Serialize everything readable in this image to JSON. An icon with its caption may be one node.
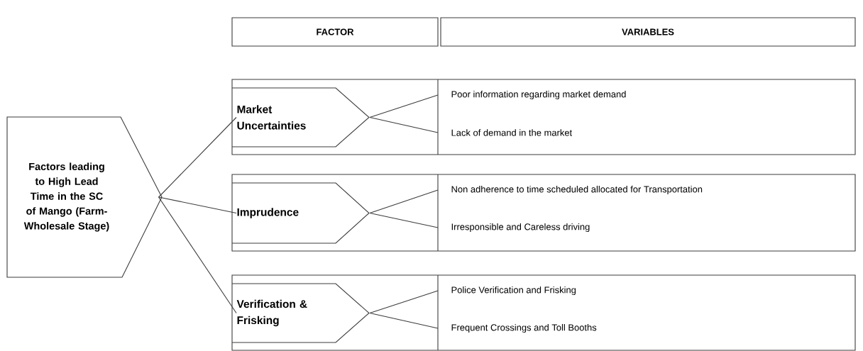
{
  "diagram": {
    "nodes": [
      {
        "text": [
          "FACTOR"
        ]
      },
      {
        "text": [
          "VARIABLES"
        ]
      },
      {
        "text": [
          "Factors leading to High Lead Time in the SC of Mango (Farm-Wholesale Stage)"
        ]
      },
      {
        "text": [],
        "shape": "box"
      },
      {
        "text": [
          "Market Uncertainties"
        ],
        "in": 3
      },
      {
        "text": [
          "Poor information regarding market demand"
        ],
        "in": 3
      },
      {
        "text": [
          "Lack of demand in the market"
        ],
        "in": 3
      },
      {
        "text": [],
        "shape": "box"
      },
      {
        "text": [
          "Imprudence"
        ],
        "in": 7
      },
      {
        "text": [
          "Non adherence to time scheduled allocated for Transportation"
        ],
        "in": 7
      },
      {
        "text": [
          "Irresponsible and Careless driving"
        ],
        "in": 7
      },
      {
        "text": [],
        "shape": "box"
      },
      {
        "text": [
          "Verification & Frisking"
        ],
        "in": 11
      },
      {
        "text": [
          "Police Verification and Frisking"
        ],
        "in": 11
      },
      {
        "text": [
          "Frequent Crossings and Toll Booths"
        ],
        "in": 11
      }
    ],
    "edges": [
      {
        "from": 2,
        "to": 4,
        "arrow": "none"
      },
      {
        "from": 2,
        "to": 8,
        "arrow": "none"
      },
      {
        "from": 2,
        "to": 12,
        "arrow": "none"
      },
      {
        "from": 4,
        "to": 5,
        "arrow": "none"
      },
      {
        "from": 4,
        "to": 6,
        "arrow": "none"
      },
      {
        "from": 8,
        "to": 9,
        "arrow": "none"
      },
      {
        "from": 8,
        "to": 10,
        "arrow": "none"
      },
      {
        "from": 12,
        "to": 13,
        "arrow": "none"
      },
      {
        "from": 12,
        "to": 14,
        "arrow": "none"
      }
    ]
  }
}
